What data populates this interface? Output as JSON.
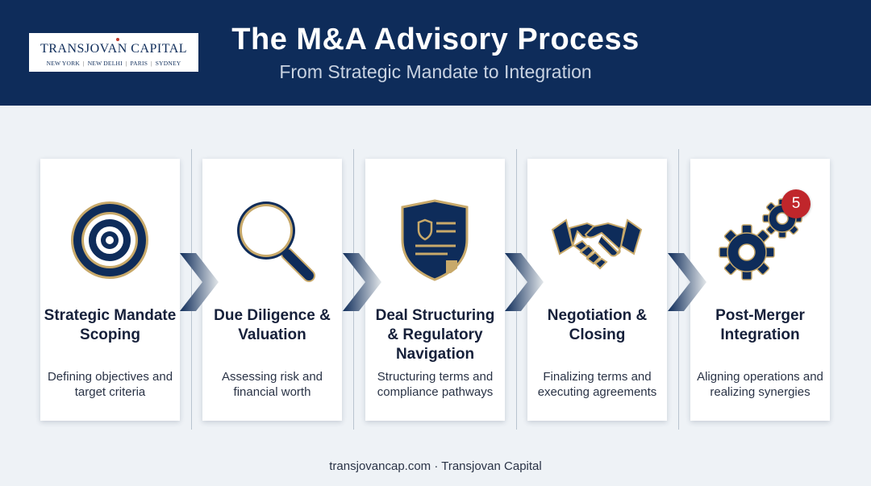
{
  "header": {
    "logo": {
      "name": "TRANSJOVAN CAPITAL",
      "cities": [
        "NEW YORK",
        "NEW DELHI",
        "PARIS",
        "SYDNEY"
      ]
    },
    "title": "The M&A Advisory Process",
    "subtitle": "From Strategic Mandate to Integration"
  },
  "steps": [
    {
      "icon": "target-icon",
      "title": "Strategic Mandate Scoping",
      "description": "Defining objectives and target criteria"
    },
    {
      "icon": "magnifying-glass-icon",
      "title": "Due Diligence & Valuation",
      "description": "Assessing risk and financial worth"
    },
    {
      "icon": "shield-document-icon",
      "title": "Deal Structuring & Regulatory Navigation",
      "description": "Structuring terms and compliance pathways"
    },
    {
      "icon": "handshake-icon",
      "title": "Negotiation & Closing",
      "description": "Finalizing terms and executing agreements"
    },
    {
      "icon": "gears-icon",
      "title": "Post-Merger Integration",
      "description": "Aligning operations and realizing synergies",
      "badge": "5"
    }
  ],
  "footer": "transjovancap.com · Transjovan Capital",
  "colors": {
    "navy": "#0e2c5a",
    "gold": "#c8a96a",
    "badge_red": "#c0262b",
    "background": "#eef2f6"
  }
}
